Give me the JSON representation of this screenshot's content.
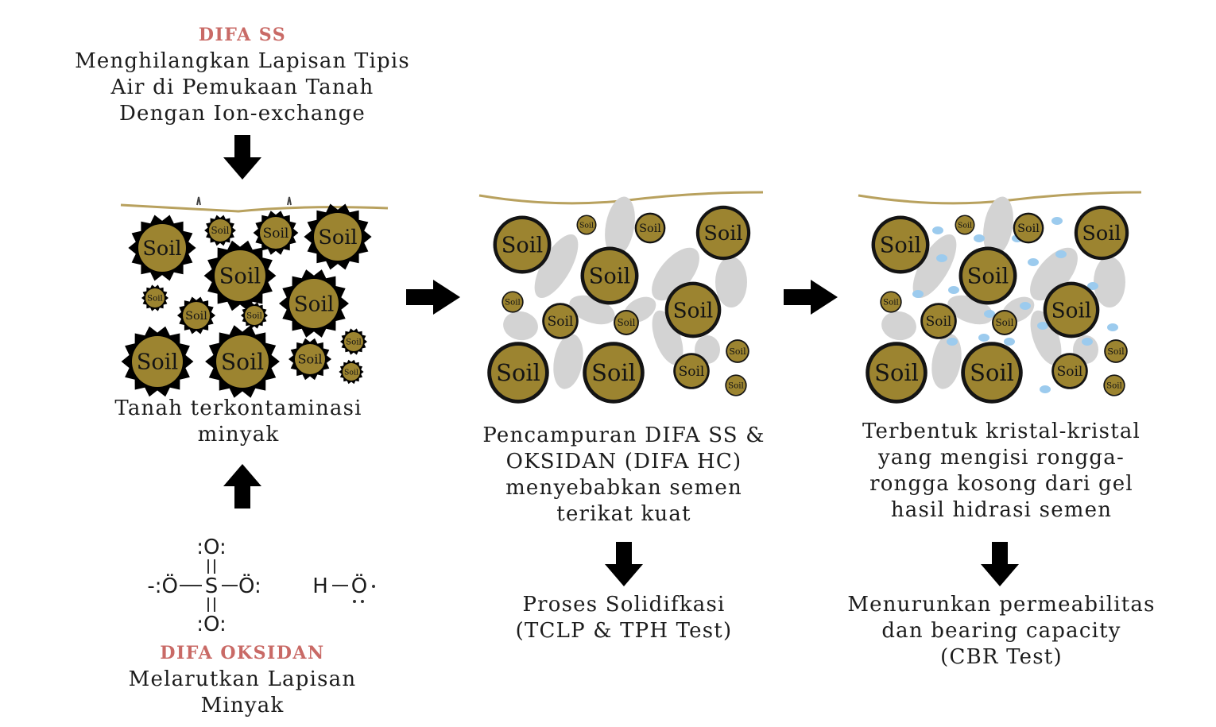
{
  "difa_ss": {
    "title": "DIFA SS",
    "lines": [
      "Menghilangkan Lapisan Tipis",
      "Air di Pemukaan Tanah",
      "Dengan Ion-exchange"
    ]
  },
  "panel1": {
    "lines": [
      "Tanah terkontaminasi",
      "minyak"
    ]
  },
  "panel2": {
    "lines": [
      "Pencampuran DIFA SS &",
      "OKSIDAN (DIFA HC)",
      "menyebabkan semen",
      "terikat kuat"
    ],
    "result": [
      "Proses Solidifkasi",
      "(TCLP & TPH Test)"
    ]
  },
  "panel3": {
    "lines": [
      "Terbentuk kristal-kristal",
      "yang mengisi rongga-",
      "rongga kosong dari gel",
      "hasil hidrasi semen"
    ],
    "result": [
      "Menurunkan permeabilitas",
      "dan bearing capacity",
      "(CBR Test)"
    ]
  },
  "difa_oksidan": {
    "title": "DIFA OKSIDAN",
    "lines": [
      "Melarutkan Lapisan",
      "Minyak"
    ]
  },
  "soil_label": "Soil",
  "chemistry": {
    "sulfate": {
      "top": ":O:",
      "left": "-:Ö",
      "center": "S",
      "right": "Ö:",
      "bottom": ":O:"
    },
    "water": {
      "h": "H",
      "o": "Ö"
    }
  },
  "colors": {
    "soil_fill": "#9c8430",
    "soil_border": "#141414",
    "cement_grey": "#d3d3d3",
    "crystal_blue": "#9ccbee",
    "accent_red": "#c96a66",
    "surface_line": "#b8a15e"
  },
  "icons": [
    "arrow-down-icon",
    "arrow-up-icon",
    "arrow-right-icon"
  ]
}
